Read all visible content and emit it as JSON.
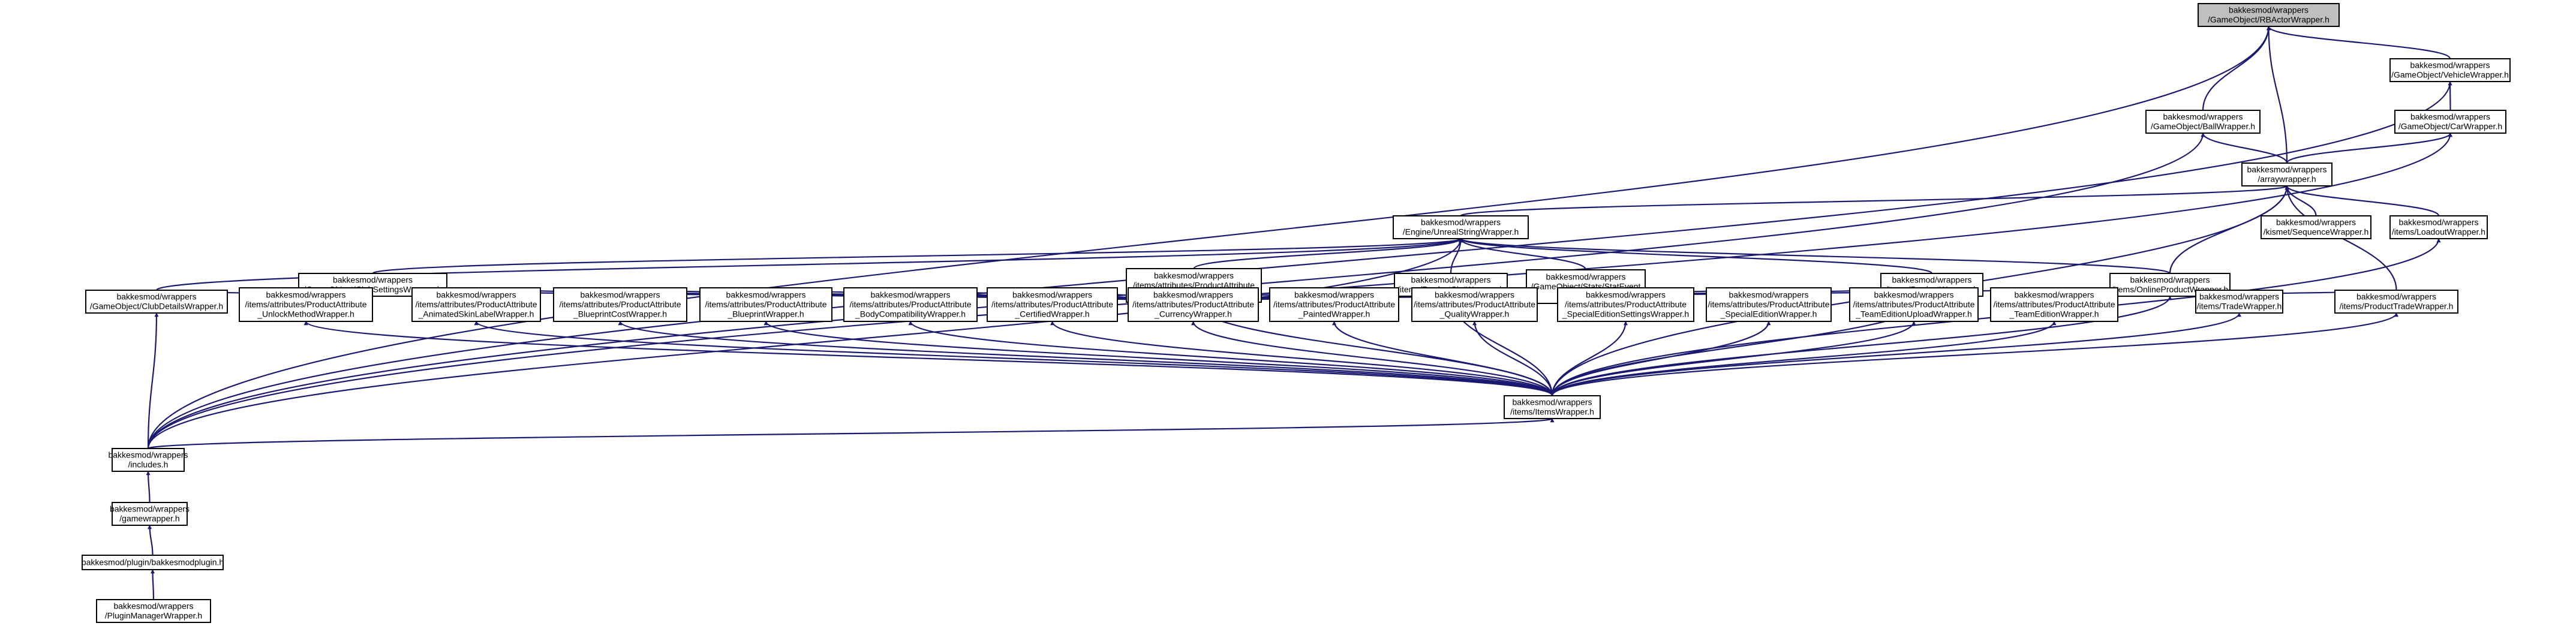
{
  "colors": {
    "edge": "#191970",
    "node_border": "#000000",
    "node_fill": "#ffffff",
    "root_fill": "#bfbfbf",
    "text": "#000000"
  },
  "nodes": [
    {
      "id": "root",
      "lines": [
        "bakkesmod/wrappers",
        "/GameObject/RBActorWrapper.h"
      ],
      "root": true
    },
    {
      "id": "vehicle",
      "lines": [
        "bakkesmod/wrappers",
        "/GameObject/VehicleWrapper.h"
      ]
    },
    {
      "id": "ball",
      "lines": [
        "bakkesmod/wrappers",
        "/GameObject/BallWrapper.h"
      ]
    },
    {
      "id": "car",
      "lines": [
        "bakkesmod/wrappers",
        "/GameObject/CarWrapper.h"
      ]
    },
    {
      "id": "array",
      "lines": [
        "bakkesmod/wrappers",
        "/arraywrapper.h"
      ]
    },
    {
      "id": "unreal",
      "lines": [
        "bakkesmod/wrappers",
        "/Engine/UnrealStringWrapper.h"
      ]
    },
    {
      "id": "kismet",
      "lines": [
        "bakkesmod/wrappers",
        "/kismet/SequenceWrapper.h"
      ]
    },
    {
      "id": "loadout",
      "lines": [
        "bakkesmod/wrappers",
        "/items/LoadoutWrapper.h"
      ]
    },
    {
      "id": "clubsettings",
      "lines": [
        "bakkesmod/wrappers",
        "/GameObject/ClubSettingsWrapper.h"
      ]
    },
    {
      "id": "prodattr",
      "lines": [
        "bakkesmod/wrappers",
        "/items/attributes/ProductAttribute",
        "Wrapper.h"
      ]
    },
    {
      "id": "prodslot",
      "lines": [
        "bakkesmod/wrappers",
        "/items/ProductSlotWrapper.h"
      ]
    },
    {
      "id": "statevent",
      "lines": [
        "bakkesmod/wrappers",
        "/GameObject/Stats/StatEvent",
        "Wrapper.h"
      ]
    },
    {
      "id": "product",
      "lines": [
        "bakkesmod/wrappers",
        "/items/ProductWrapper.h"
      ]
    },
    {
      "id": "onlineprod",
      "lines": [
        "bakkesmod/wrappers",
        "/items/OnlineProductWrapper.h"
      ]
    },
    {
      "id": "clubdetails",
      "lines": [
        "bakkesmod/wrappers",
        "/GameObject/ClubDetailsWrapper.h"
      ]
    },
    {
      "id": "unlock",
      "lines": [
        "bakkesmod/wrappers",
        "/items/attributes/ProductAttribute",
        "_UnlockMethodWrapper.h"
      ]
    },
    {
      "id": "animskin",
      "lines": [
        "bakkesmod/wrappers",
        "/items/attributes/ProductAttribute",
        "_AnimatedSkinLabelWrapper.h"
      ]
    },
    {
      "id": "bpcost",
      "lines": [
        "bakkesmod/wrappers",
        "/items/attributes/ProductAttribute",
        "_BlueprintCostWrapper.h"
      ]
    },
    {
      "id": "blueprint",
      "lines": [
        "bakkesmod/wrappers",
        "/items/attributes/ProductAttribute",
        "_BlueprintWrapper.h"
      ]
    },
    {
      "id": "bodycompat",
      "lines": [
        "bakkesmod/wrappers",
        "/items/attributes/ProductAttribute",
        "_BodyCompatibilityWrapper.h"
      ]
    },
    {
      "id": "certified",
      "lines": [
        "bakkesmod/wrappers",
        "/items/attributes/ProductAttribute",
        "_CertifiedWrapper.h"
      ]
    },
    {
      "id": "currency",
      "lines": [
        "bakkesmod/wrappers",
        "/items/attributes/ProductAttribute",
        "_CurrencyWrapper.h"
      ]
    },
    {
      "id": "painted",
      "lines": [
        "bakkesmod/wrappers",
        "/items/attributes/ProductAttribute",
        "_PaintedWrapper.h"
      ]
    },
    {
      "id": "quality",
      "lines": [
        "bakkesmod/wrappers",
        "/items/attributes/ProductAttribute",
        "_QualityWrapper.h"
      ]
    },
    {
      "id": "speceditset",
      "lines": [
        "bakkesmod/wrappers",
        "/items/attributes/ProductAttribute",
        "_SpecialEditionSettingsWrapper.h"
      ]
    },
    {
      "id": "specedit",
      "lines": [
        "bakkesmod/wrappers",
        "/items/attributes/ProductAttribute",
        "_SpecialEditionWrapper.h"
      ]
    },
    {
      "id": "teamupload",
      "lines": [
        "bakkesmod/wrappers",
        "/items/attributes/ProductAttribute",
        "_TeamEditionUploadWrapper.h"
      ]
    },
    {
      "id": "teamedition",
      "lines": [
        "bakkesmod/wrappers",
        "/items/attributes/ProductAttribute",
        "_TeamEditionWrapper.h"
      ]
    },
    {
      "id": "trade",
      "lines": [
        "bakkesmod/wrappers",
        "/items/TradeWrapper.h"
      ]
    },
    {
      "id": "prodtrade",
      "lines": [
        "bakkesmod/wrappers",
        "/items/ProductTradeWrapper.h"
      ]
    },
    {
      "id": "items",
      "lines": [
        "bakkesmod/wrappers",
        "/items/ItemsWrapper.h"
      ]
    },
    {
      "id": "includes",
      "lines": [
        "bakkesmod/wrappers",
        "/includes.h"
      ]
    },
    {
      "id": "gamewrapper",
      "lines": [
        "bakkesmod/wrappers",
        "/gamewrapper.h"
      ]
    },
    {
      "id": "plugin",
      "lines": [
        "bakkesmod/plugin/bakkesmodplugin.h"
      ]
    },
    {
      "id": "pluginmgr",
      "lines": [
        "bakkesmod/wrappers",
        "/PluginManagerWrapper.h"
      ]
    }
  ],
  "edges": [
    [
      "vehicle",
      "root"
    ],
    [
      "ball",
      "root"
    ],
    [
      "array",
      "root"
    ],
    [
      "includes",
      "root"
    ],
    [
      "car",
      "vehicle"
    ],
    [
      "includes",
      "vehicle"
    ],
    [
      "array",
      "ball"
    ],
    [
      "includes",
      "ball"
    ],
    [
      "array",
      "car"
    ],
    [
      "includes",
      "car"
    ],
    [
      "unreal",
      "array"
    ],
    [
      "kismet",
      "array"
    ],
    [
      "loadout",
      "array"
    ],
    [
      "onlineprod",
      "array"
    ],
    [
      "prodtrade",
      "array"
    ],
    [
      "items",
      "array"
    ],
    [
      "clubsettings",
      "unreal"
    ],
    [
      "prodattr",
      "unreal"
    ],
    [
      "prodslot",
      "unreal"
    ],
    [
      "statevent",
      "unreal"
    ],
    [
      "product",
      "unreal"
    ],
    [
      "onlineprod",
      "unreal"
    ],
    [
      "clubdetails",
      "unreal"
    ],
    [
      "includes",
      "unreal"
    ],
    [
      "unlock",
      "prodattr"
    ],
    [
      "animskin",
      "prodattr"
    ],
    [
      "bpcost",
      "prodattr"
    ],
    [
      "blueprint",
      "prodattr"
    ],
    [
      "bodycompat",
      "prodattr"
    ],
    [
      "certified",
      "prodattr"
    ],
    [
      "currency",
      "prodattr"
    ],
    [
      "painted",
      "prodattr"
    ],
    [
      "quality",
      "prodattr"
    ],
    [
      "speceditset",
      "prodattr"
    ],
    [
      "specedit",
      "prodattr"
    ],
    [
      "teamupload",
      "prodattr"
    ],
    [
      "teamedition",
      "prodattr"
    ],
    [
      "items",
      "prodattr"
    ],
    [
      "clubdetails",
      "clubsettings"
    ],
    [
      "items",
      "prodslot"
    ],
    [
      "items",
      "product"
    ],
    [
      "trade",
      "onlineprod"
    ],
    [
      "prodtrade",
      "onlineprod"
    ],
    [
      "items",
      "onlineprod"
    ],
    [
      "items",
      "unlock"
    ],
    [
      "items",
      "animskin"
    ],
    [
      "items",
      "bpcost"
    ],
    [
      "items",
      "blueprint"
    ],
    [
      "items",
      "bodycompat"
    ],
    [
      "items",
      "certified"
    ],
    [
      "items",
      "currency"
    ],
    [
      "items",
      "painted"
    ],
    [
      "items",
      "quality"
    ],
    [
      "items",
      "speceditset"
    ],
    [
      "items",
      "specedit"
    ],
    [
      "items",
      "teamupload"
    ],
    [
      "items",
      "teamedition"
    ],
    [
      "items",
      "trade"
    ],
    [
      "items",
      "prodtrade"
    ],
    [
      "items",
      "loadout"
    ],
    [
      "includes",
      "clubdetails"
    ],
    [
      "includes",
      "items"
    ],
    [
      "gamewrapper",
      "includes"
    ],
    [
      "plugin",
      "gamewrapper"
    ],
    [
      "pluginmgr",
      "plugin"
    ]
  ]
}
